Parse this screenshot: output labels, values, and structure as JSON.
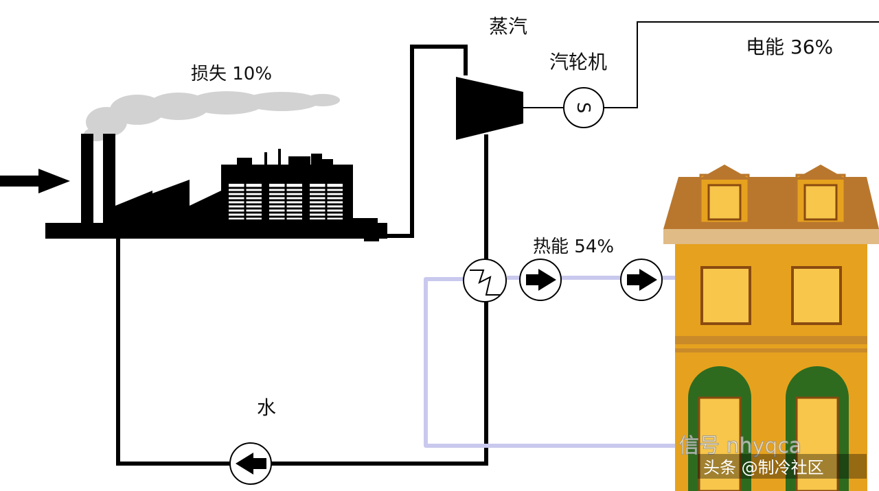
{
  "labels": {
    "loss": "损失 10%",
    "steam": "蒸汽",
    "turbine": "汽轮机",
    "electric": "电能 36%",
    "heat": "热能 54%",
    "water": "水"
  },
  "generator_symbol": "S",
  "watermark": {
    "account": "信号 nhyqca",
    "brand": "头条 @制冷社区"
  },
  "colors": {
    "line": "#000000",
    "heat_loop": "#c9c9ee",
    "smoke": "#cfcfcf",
    "building_wall": "#e6a21e",
    "roof": "#b9772e",
    "door": "#2e6b1f"
  },
  "icons": [
    "arrow-right-icon",
    "factory-icon",
    "smokestack-icon",
    "turbine-icon",
    "generator-icon",
    "heat-exchanger-icon",
    "pump-icon",
    "house-icon"
  ]
}
